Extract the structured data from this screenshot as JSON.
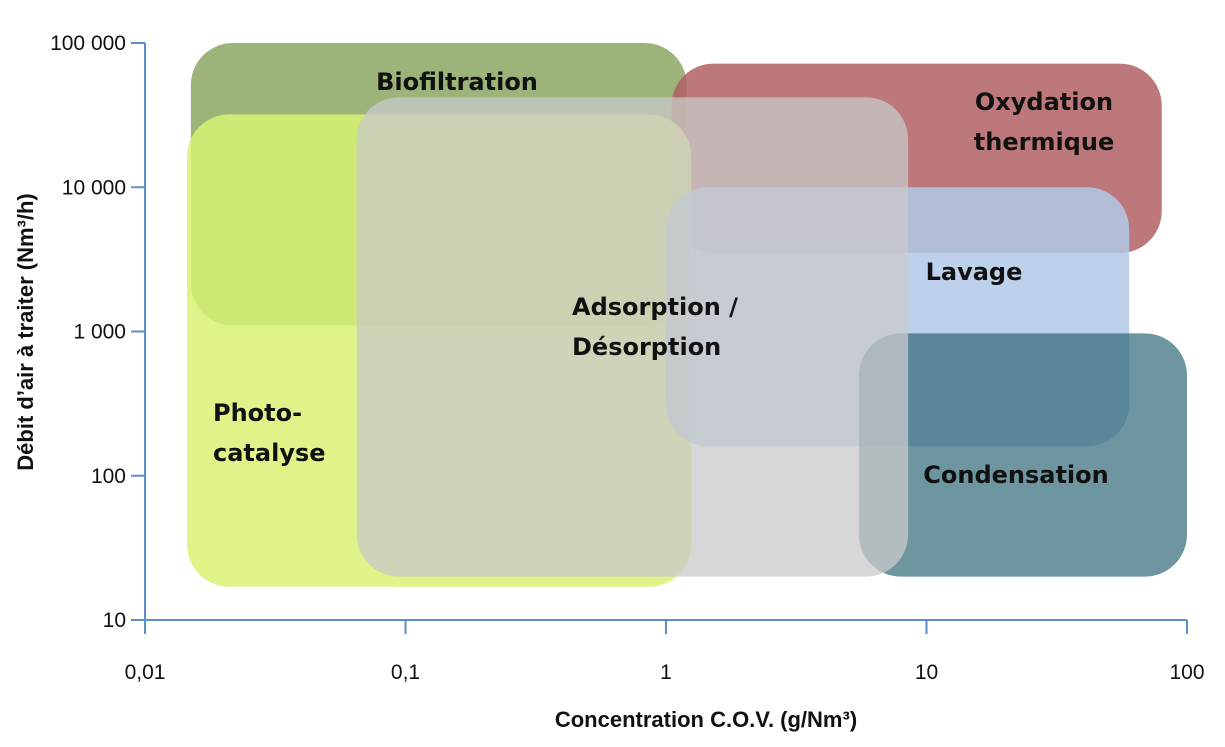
{
  "chart_data": {
    "type": "area",
    "xlabel": "Concentration C.O.V. (g/Nm³)",
    "ylabel": "Débit d’air à traiter (Nm³/h)",
    "x_scale": "log",
    "y_scale": "log",
    "xlim": [
      0.01,
      100
    ],
    "ylim": [
      10,
      100000
    ],
    "x_ticks": [
      {
        "value": 0.01,
        "label": "0,01"
      },
      {
        "value": 0.1,
        "label": "0,1"
      },
      {
        "value": 1,
        "label": "1"
      },
      {
        "value": 10,
        "label": "10"
      },
      {
        "value": 100,
        "label": "100"
      }
    ],
    "y_ticks": [
      {
        "value": 10,
        "label": "10"
      },
      {
        "value": 100,
        "label": "100"
      },
      {
        "value": 1000,
        "label": "1 000"
      },
      {
        "value": 10000,
        "label": "10 000"
      },
      {
        "value": 100000,
        "label": "100 000"
      }
    ],
    "grid": false,
    "regions": [
      {
        "id": "biofiltration",
        "lines": [
          "Biofiltration"
        ],
        "x_range": [
          0.015,
          1.2
        ],
        "y_range": [
          1100,
          100000
        ],
        "color": "#86A25B",
        "opacity": 0.82
      },
      {
        "id": "oxydation",
        "lines": [
          "Oxydation",
          "thermique"
        ],
        "x_range": [
          1.05,
          80
        ],
        "y_range": [
          3500,
          72000
        ],
        "color": "#B06063",
        "opacity": 0.85
      },
      {
        "id": "photocatalyse",
        "lines": [
          "Photo-",
          "catalyse"
        ],
        "x_range": [
          0.0145,
          1.25
        ],
        "y_range": [
          17,
          32000
        ],
        "color": "#D8F274",
        "opacity": 0.85
      },
      {
        "id": "lavage",
        "lines": [
          "Lavage"
        ],
        "x_range": [
          1.0,
          60
        ],
        "y_range": [
          160,
          10000
        ],
        "color": "#B3C9E6",
        "opacity": 0.85
      },
      {
        "id": "condensation",
        "lines": [
          "Condensation"
        ],
        "x_range": [
          5.5,
          100
        ],
        "y_range": [
          20,
          970
        ],
        "color": "#2F6A78",
        "opacity": 0.7
      },
      {
        "id": "adsorption",
        "lines": [
          "Adsorption /",
          "Désorption"
        ],
        "x_range": [
          0.065,
          8.5
        ],
        "y_range": [
          20,
          42000
        ],
        "color": "#C9C9C9",
        "opacity": 0.75
      }
    ]
  }
}
